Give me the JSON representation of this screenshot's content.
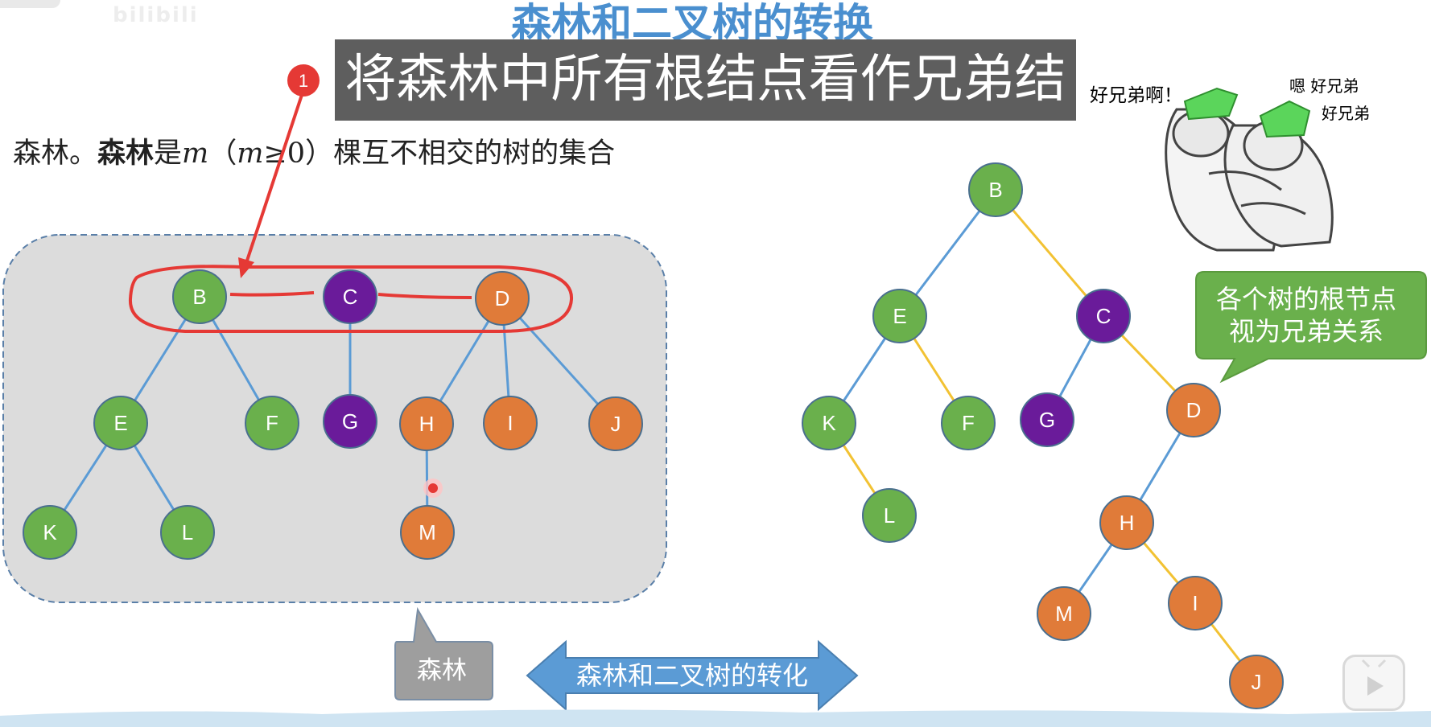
{
  "slide": {
    "title": "森林和二叉树的转换",
    "watermark": "bilibili"
  },
  "subtitle": {
    "step_number": "1",
    "text": "将森林中所有根结点看作兄弟结点"
  },
  "definition": {
    "prefix": "森林。",
    "bold": "森林",
    "verb": "是",
    "var": "m",
    "condition_open": "（",
    "condition_var": "m",
    "condition_rest": "≥0）",
    "rest": "棵互不相交的树的集合"
  },
  "meme": {
    "left_text": "好兄弟啊！",
    "right_line1": "嗯 好兄弟",
    "right_line2": "好兄弟"
  },
  "forest": {
    "nodes": [
      {
        "id": "B",
        "color": "#6ab04c"
      },
      {
        "id": "C",
        "color": "#6a1b9a"
      },
      {
        "id": "D",
        "color": "#e07b39"
      },
      {
        "id": "E",
        "color": "#6ab04c"
      },
      {
        "id": "F",
        "color": "#6ab04c"
      },
      {
        "id": "G",
        "color": "#6a1b9a"
      },
      {
        "id": "H",
        "color": "#e07b39"
      },
      {
        "id": "I",
        "color": "#e07b39"
      },
      {
        "id": "J",
        "color": "#e07b39"
      },
      {
        "id": "K",
        "color": "#6ab04c"
      },
      {
        "id": "L",
        "color": "#6ab04c"
      },
      {
        "id": "M",
        "color": "#e07b39"
      }
    ],
    "edges": [
      [
        "B",
        "E"
      ],
      [
        "B",
        "F"
      ],
      [
        "C",
        "G"
      ],
      [
        "D",
        "H"
      ],
      [
        "D",
        "I"
      ],
      [
        "D",
        "J"
      ],
      [
        "E",
        "K"
      ],
      [
        "E",
        "L"
      ],
      [
        "H",
        "M"
      ]
    ]
  },
  "binary_tree": {
    "nodes": [
      {
        "id": "B",
        "color": "#6ab04c"
      },
      {
        "id": "E",
        "color": "#6ab04c"
      },
      {
        "id": "C",
        "color": "#6a1b9a"
      },
      {
        "id": "K",
        "color": "#6ab04c"
      },
      {
        "id": "F",
        "color": "#6ab04c"
      },
      {
        "id": "G",
        "color": "#6a1b9a"
      },
      {
        "id": "D",
        "color": "#e07b39"
      },
      {
        "id": "L",
        "color": "#6ab04c"
      },
      {
        "id": "H",
        "color": "#e07b39"
      },
      {
        "id": "M",
        "color": "#e07b39"
      },
      {
        "id": "I",
        "color": "#e07b39"
      },
      {
        "id": "J",
        "color": "#e07b39"
      }
    ],
    "left_edges": [
      [
        "B",
        "E"
      ],
      [
        "E",
        "K"
      ],
      [
        "C",
        "G"
      ],
      [
        "D",
        "H"
      ],
      [
        "H",
        "M"
      ]
    ],
    "right_edges": [
      [
        "B",
        "C"
      ],
      [
        "E",
        "F"
      ],
      [
        "K",
        "L"
      ],
      [
        "C",
        "D"
      ],
      [
        "H",
        "I"
      ],
      [
        "I",
        "J"
      ]
    ],
    "left_edge_color": "#5b9bd5",
    "right_edge_color": "#f2c233"
  },
  "callout": {
    "line1": "各个树的根节点",
    "line2": "视为兄弟关系",
    "color": "#6ab04c"
  },
  "forest_tag": {
    "text": "森林",
    "color": "#9e9e9e"
  },
  "transform_arrow": {
    "text": "森林和二叉树的转化",
    "color": "#5b9bd5"
  },
  "annotation": {
    "color": "#e53935"
  }
}
